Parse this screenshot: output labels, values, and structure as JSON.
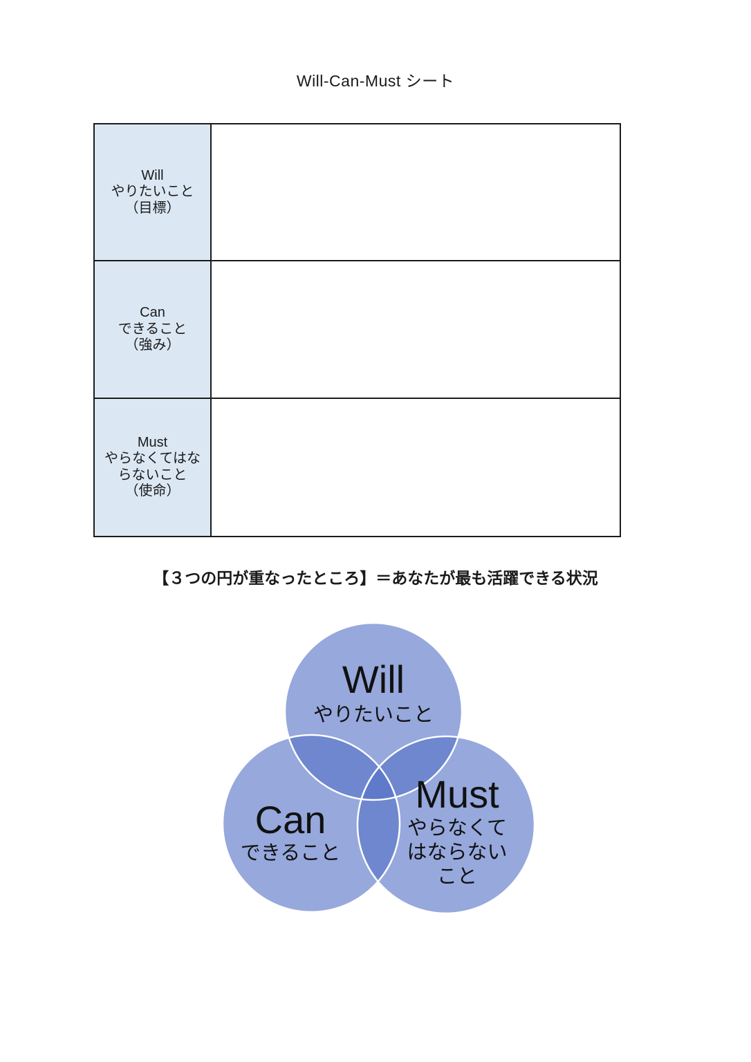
{
  "page": {
    "title": "Will-Can-Must シート"
  },
  "table": {
    "rows": [
      {
        "en": "Will",
        "ja_lines": [
          "やりたいこと"
        ],
        "note": "（目標）",
        "value": ""
      },
      {
        "en": "Can",
        "ja_lines": [
          "できること"
        ],
        "note": "（強み）",
        "value": ""
      },
      {
        "en": "Must",
        "ja_lines": [
          "やらなくてはな",
          "らないこと"
        ],
        "note": "（使命）",
        "value": ""
      }
    ]
  },
  "caption": "【３つの円が重なったところ】＝あなたが最も活躍できる状況",
  "venn": {
    "fill_color": "#5672C6",
    "outline_color": "#FFFFFF",
    "circles": [
      {
        "en": "Will",
        "ja_lines": [
          "やりたいこと"
        ]
      },
      {
        "en": "Can",
        "ja_lines": [
          "できること"
        ]
      },
      {
        "en": "Must",
        "ja_lines": [
          "やらなくて",
          "はならない",
          "こと"
        ]
      }
    ]
  },
  "colors": {
    "label_cell_bg": "#DBE8F4",
    "table_border": "#1A1A1A",
    "single_circle": "#96A8DC",
    "double_overlap": "#7289CB",
    "triple_overlap": "#5F78C0",
    "text": "#1A1A1A"
  }
}
